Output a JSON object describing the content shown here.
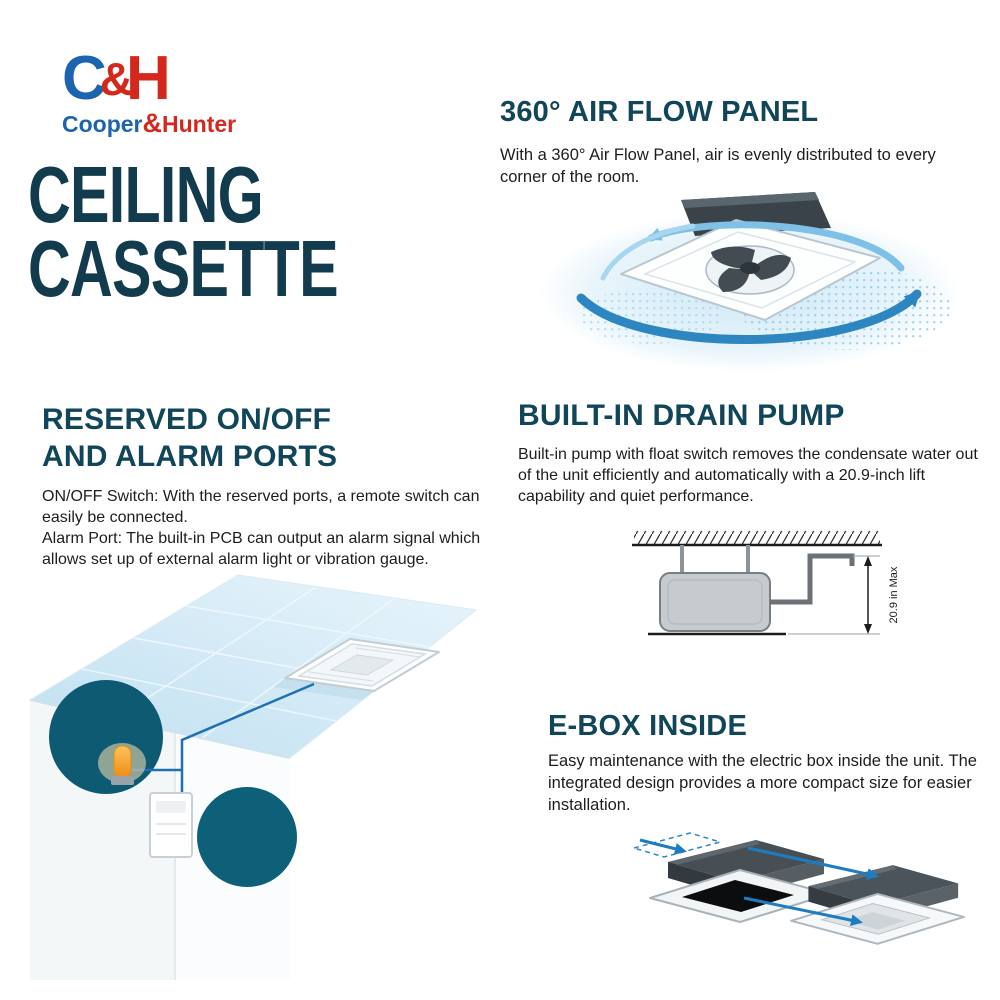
{
  "brand": {
    "logo": {
      "c": "C",
      "amp": "&",
      "h": "H"
    },
    "wordmark": {
      "cooper": "Cooper",
      "amp": "&",
      "hunter": "Hunter"
    }
  },
  "title": {
    "line1": "CEILING",
    "line2": "CASSETTE"
  },
  "colors": {
    "heading_teal": "#11455a",
    "title_teal": "#123c4d",
    "brand_blue": "#1d64b0",
    "brand_red": "#d5281c",
    "circle_teal": "#0d5a72",
    "arrow_blue": "#2e86c1",
    "alarm_orange": "#f2991f"
  },
  "sections": {
    "airflow": {
      "heading": "360° AIR FLOW PANEL",
      "body": "With a 360° Air Flow Panel, air is evenly distributed to every corner of the room."
    },
    "ports": {
      "heading_line1": "RESERVED ON/OFF",
      "heading_line2": "AND ALARM PORTS",
      "body_line1": "ON/OFF Switch: With the reserved ports, a remote switch can easily be connected.",
      "body_line2": "Alarm Port: The built-in PCB can output an alarm signal which allows set up of external alarm light or vibration gauge."
    },
    "drain": {
      "heading": "BUILT-IN DRAIN PUMP",
      "body": "Built-in pump with float switch removes the condensate water out of the unit efficiently and automatically with a 20.9-inch lift capability and quiet performance.",
      "dimension_label": "20.9 in Max"
    },
    "ebox": {
      "heading": "E-BOX INSIDE",
      "body": "Easy maintenance with the electric box inside the unit. The integrated design provides a more compact size for easier installation."
    }
  }
}
